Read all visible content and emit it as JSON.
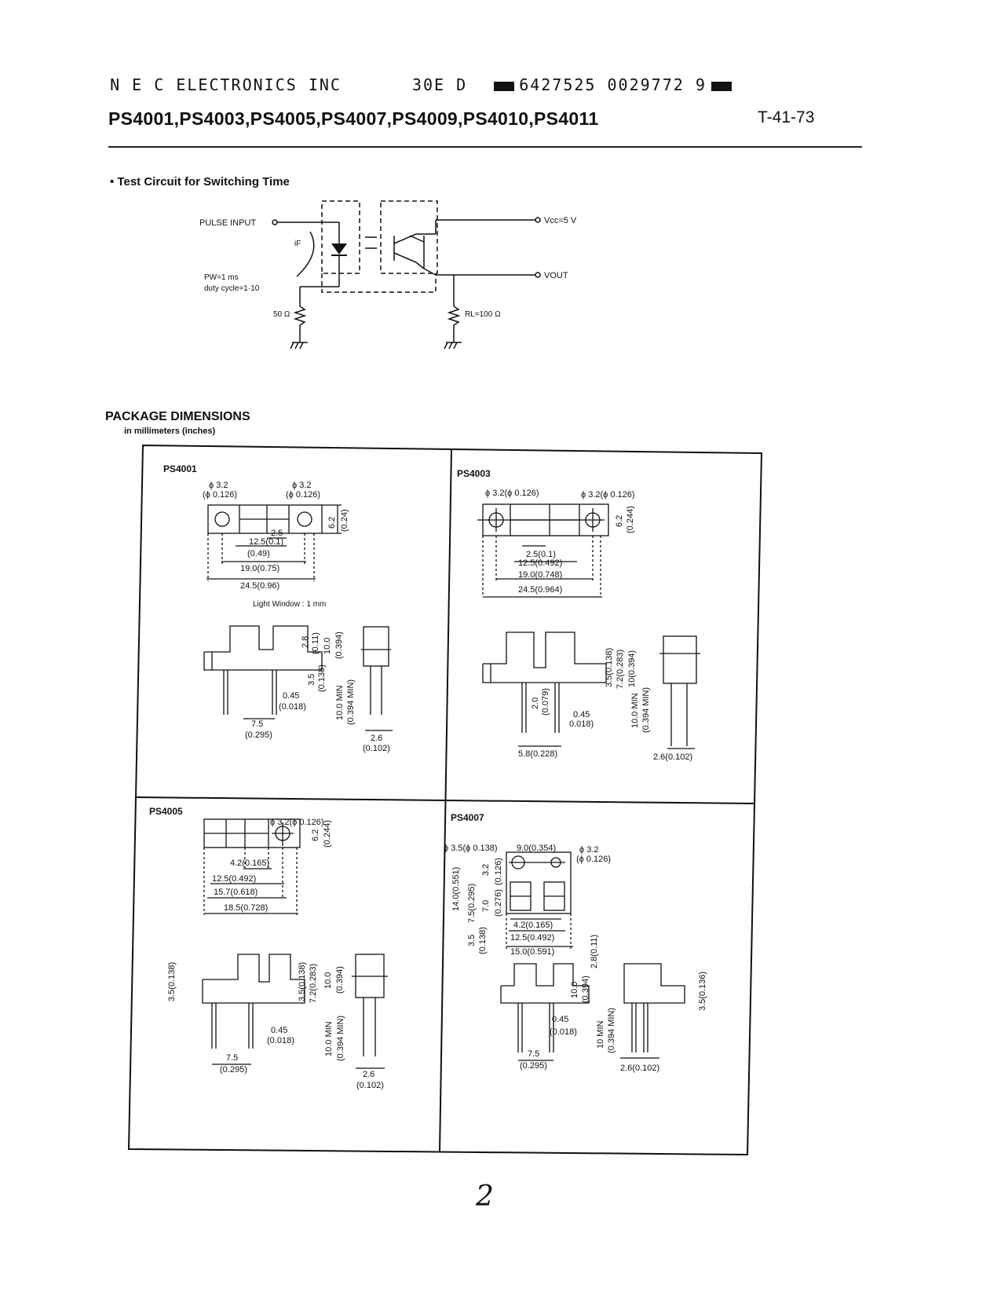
{
  "header": {
    "company": "N E C ELECTRONICS INC",
    "code_a": "30E D",
    "code_b": "6427525 0029772 9"
  },
  "title": "PS4001,PS4003,PS4005,PS4007,PS4009,PS4010,PS4011",
  "doc_code": "T-41-73",
  "test_circuit": {
    "heading": "Test Circuit for Switching Time",
    "pulse_input": "PULSE INPUT",
    "if_label": "iF",
    "pw": "PW=1 ms",
    "duty": "duty cycle=1·10",
    "r1": "50 Ω",
    "vcc": "Vcc=5 V",
    "vout": "VOUT",
    "rl": "RL=100 Ω"
  },
  "package": {
    "heading": "PACKAGE DIMENSIONS",
    "subheading": "in millimeters (inches)",
    "ps4001": {
      "name": "PS4001",
      "hole_left": "ϕ 3.2",
      "hole_left_in": "(ϕ 0.126)",
      "hole_right": "ϕ 3.2",
      "hole_right_in": "(ϕ 0.126)",
      "d_25": "2.5",
      "d_125": "12.5(0.1)",
      "d_049": "(0.49)",
      "d_190": "19.0(0.75)",
      "d_245": "24.5(0.96)",
      "d_62": "6.2",
      "d_62_in": "(0.24)",
      "window": "Light Window : 1 mm",
      "d_28": "2.8",
      "d_28_in": "(0.11)",
      "d_100": "10.0",
      "d_100_in": "(0.394)",
      "d_35": "3.5",
      "d_35_in": "(0.138)",
      "d_045": "0.45",
      "d_045_in": "(0.018)",
      "d_min": "10.0 MIN",
      "d_min_in": "(0.394 MIN)",
      "d_75": "7.5",
      "d_75_in": "(0.295)",
      "d_26": "2.6",
      "d_26_in": "(0.102)"
    },
    "ps4003": {
      "name": "PS4003",
      "hole_left": "ϕ 3.2(ϕ 0.126)",
      "hole_right": "ϕ 3.2(ϕ 0.126)",
      "d_25": "2.5(0.1)",
      "d_125": "12.5(0.492)",
      "d_190": "19.0(0.748)",
      "d_245": "24.5(0.964)",
      "d_62": "6.2",
      "d_62_in": "(0.244)",
      "d_35": "3.5(0.138)",
      "d_72": "7.2(0.283)",
      "d_10": "10(0.394)",
      "d_20": "2.0",
      "d_20_in": "(0.079)",
      "d_045": "0.45",
      "d_045_in": "0.018)",
      "d_min": "10.0 MIN",
      "d_min_in": "(0.394 MIN)",
      "d_58": "5.8(0.228)",
      "d_26": "2.6(0.102)"
    },
    "ps4005": {
      "name": "PS4005",
      "hole": "ϕ 3.2(ϕ 0.126)",
      "d_42": "4.2(0.165)",
      "d_125": "12.5(0.492)",
      "d_157": "15.7(0.618)",
      "d_185": "18.5(0.728)",
      "d_62": "6.2",
      "d_62_in": "(0.244)",
      "d_35_side": "3.5(0.138)",
      "d_35": "3.5(0.138)",
      "d_72": "7.2(0.283)",
      "d_100": "10.0",
      "d_100_in": "(0.394)",
      "d_045": "0.45",
      "d_045_in": "(0.018)",
      "d_min": "10.0 MIN",
      "d_min_in": "(0.394 MIN)",
      "d_75": "7.5",
      "d_75_in": "(0.295)",
      "d_26": "2.6",
      "d_26_in": "(0.102)"
    },
    "ps4007": {
      "name": "PS4007",
      "hole_left": "ϕ 3.5(ϕ 0.138)",
      "d_90": "9.0(0.354)",
      "hole_right": "ϕ 3.2",
      "hole_right_in": "(ϕ 0.126)",
      "d_140": "14.0(0.551)",
      "d_75": "7.5(0.295)",
      "d_32": "3.2",
      "d_32_in": "(0.126)",
      "d_70": "7.0",
      "d_70_in": "(0.276)",
      "d_35": "3.5",
      "d_35_in": "(0.138)",
      "d_42": "4.2(0.165)",
      "d_125": "12.5(0.492)",
      "d_150": "15.0(0.591)",
      "d_28": "2.8(0.11)",
      "d_100": "10.0",
      "d_100_in": "(0.394)",
      "d_045": "0.45",
      "d_045_in": "(0.018)",
      "d_min": "10 MIN",
      "d_min_in": "(0.394 MIN)",
      "d_75b": "7.5",
      "d_75b_in": "(0.295)",
      "d_26": "2.6(0.102)",
      "d_35b": "3.5(0.136)"
    }
  }
}
